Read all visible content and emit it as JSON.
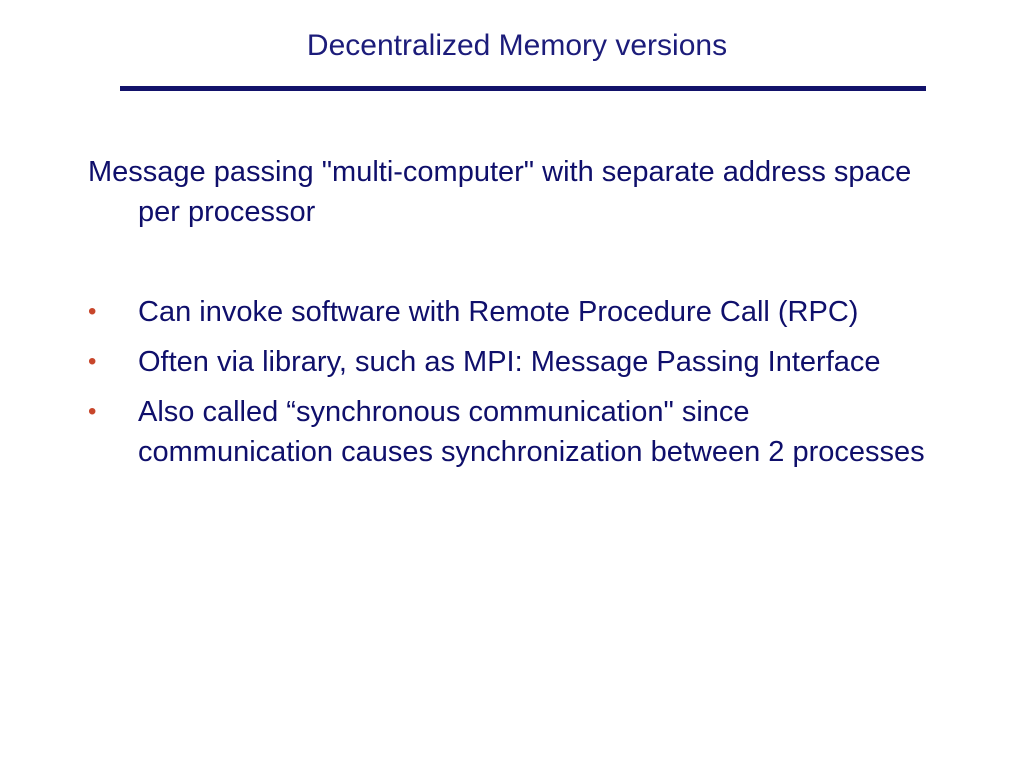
{
  "slide": {
    "title": "Decentralized Memory versions",
    "lead": "Message passing \"multi-computer\" with separate address space per processor",
    "bullet_symbol": "•",
    "bullets": [
      {
        "text": "Can invoke software with Remote Procedure Call (RPC)"
      },
      {
        "text": "Often via library, such as MPI: Message Passing Interface"
      },
      {
        "text": "Also called “synchronous communication\" since communication causes synchronization between 2 processes"
      }
    ]
  },
  "colors": {
    "title": "#1c1c7a",
    "rule": "#12126a",
    "body_text": "#0f0f6b",
    "bullet": "#c8462b",
    "background": "#ffffff"
  }
}
